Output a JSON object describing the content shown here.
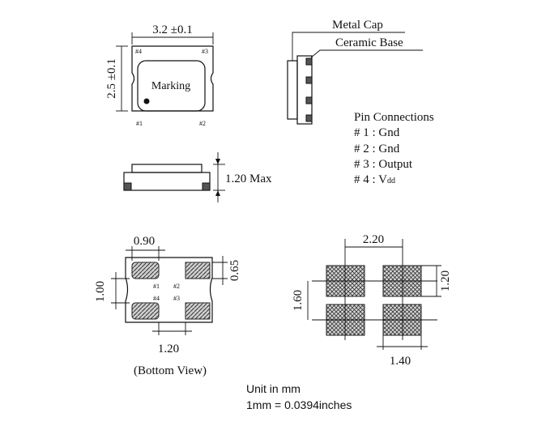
{
  "top_view": {
    "width_dim": "3.2 ±0.1",
    "height_dim": "2.5 ±0.1",
    "marking": "Marking",
    "pin_labels": [
      "#4",
      "#3",
      "#1",
      "#2"
    ]
  },
  "side_view_right": {
    "metal_cap": "Metal  Cap",
    "ceramic_base": "Ceramic  Base"
  },
  "pin_connections": {
    "title": "Pin Connections",
    "rows": [
      {
        "num": "# 1 :",
        "name": "Gnd",
        "sub": ""
      },
      {
        "num": "# 2 :",
        "name": "Gnd",
        "sub": ""
      },
      {
        "num": "# 3 :",
        "name": "Output",
        "sub": ""
      },
      {
        "num": "# 4 :",
        "name": "V",
        "sub": "dd"
      }
    ]
  },
  "height_view": {
    "max_height": "1.20 Max"
  },
  "bottom_view": {
    "top_dim": "0.90",
    "right_dim": "0.65",
    "left_dim": "1.00",
    "bottom_dim": "1.20",
    "caption": "(Bottom View)",
    "pin_labels": [
      "#1",
      "#2",
      "#4",
      "#3"
    ]
  },
  "land_pattern": {
    "top_dim": "2.20",
    "right_dim": "1.20",
    "left_dim": "1.60",
    "bottom_dim": "1.40"
  },
  "footer": {
    "unit": "Unit in mm",
    "conversion": "1mm = 0.0394inches"
  }
}
